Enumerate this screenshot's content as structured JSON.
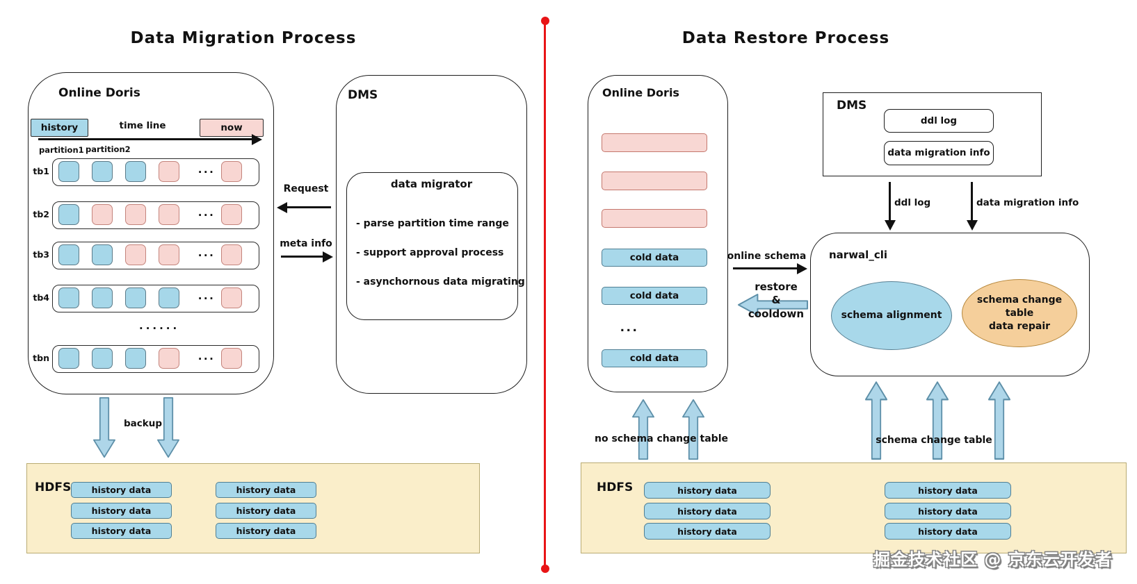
{
  "left": {
    "title": "Data Migration Process",
    "doris": {
      "label": "Online Doris",
      "history": "history",
      "timeline": "time line",
      "now": "now",
      "partition1": "partition1",
      "partition2": "partition2",
      "cell_ellipsis": "...",
      "rows_ellipsis": "......",
      "rows": [
        {
          "label": "tb1",
          "cells": [
            "blue",
            "blue",
            "blue",
            "pink"
          ],
          "last": "pink"
        },
        {
          "label": "tb2",
          "cells": [
            "blue",
            "pink",
            "pink",
            "pink"
          ],
          "last": "pink"
        },
        {
          "label": "tb3",
          "cells": [
            "blue",
            "blue",
            "pink",
            "pink"
          ],
          "last": "pink"
        },
        {
          "label": "tb4",
          "cells": [
            "blue",
            "blue",
            "blue",
            "blue"
          ],
          "last": "pink"
        },
        {
          "label": "tbn",
          "cells": [
            "blue",
            "blue",
            "blue",
            "pink"
          ],
          "last": "pink"
        }
      ]
    },
    "request": "Request",
    "meta_info": "meta info",
    "dms": {
      "label": "DMS",
      "migrator_title": "data migrator",
      "migrator_items": [
        "- parse partition time range",
        "- support approval process",
        "- asynchornous data migrating"
      ]
    },
    "backup": "backup",
    "hdfs": {
      "label": "HDFS",
      "col1": [
        "history data",
        "history data",
        "history data"
      ],
      "col2": [
        "history data",
        "history data",
        "history data"
      ]
    }
  },
  "right": {
    "title": "Data Restore Process",
    "doris": {
      "label": "Online Doris",
      "cold_bars": [
        "cold data",
        "cold data",
        "cold data"
      ],
      "ellipsis": "..."
    },
    "online_schema": "online schema",
    "restore": [
      "restore",
      "&",
      "cooldown"
    ],
    "no_schema_change": "no schema change table",
    "schema_change": "schema change table",
    "dms": {
      "label": "DMS",
      "ddl_log": "ddl log",
      "migration_info": "data migration info"
    },
    "arrow_ddl_log": "ddl log",
    "arrow_migration_info": "data migration info",
    "narwal": {
      "label": "narwal_cli",
      "schema_alignment": "schema alignment",
      "repair_line1": "schema change table",
      "repair_line2": "data repair"
    },
    "hdfs": {
      "label": "HDFS",
      "col1": [
        "history data",
        "history data",
        "history data"
      ],
      "col2": [
        "history data",
        "history data",
        "history data"
      ]
    }
  },
  "watermark": "掘金技术社区 @ 京东云开发者",
  "colors": {
    "blue": "#a8d8ea",
    "pink": "#f8d6d2",
    "yellow": "#faeeca",
    "orange": "#f5cf9b",
    "divider_red": "#e81416"
  }
}
